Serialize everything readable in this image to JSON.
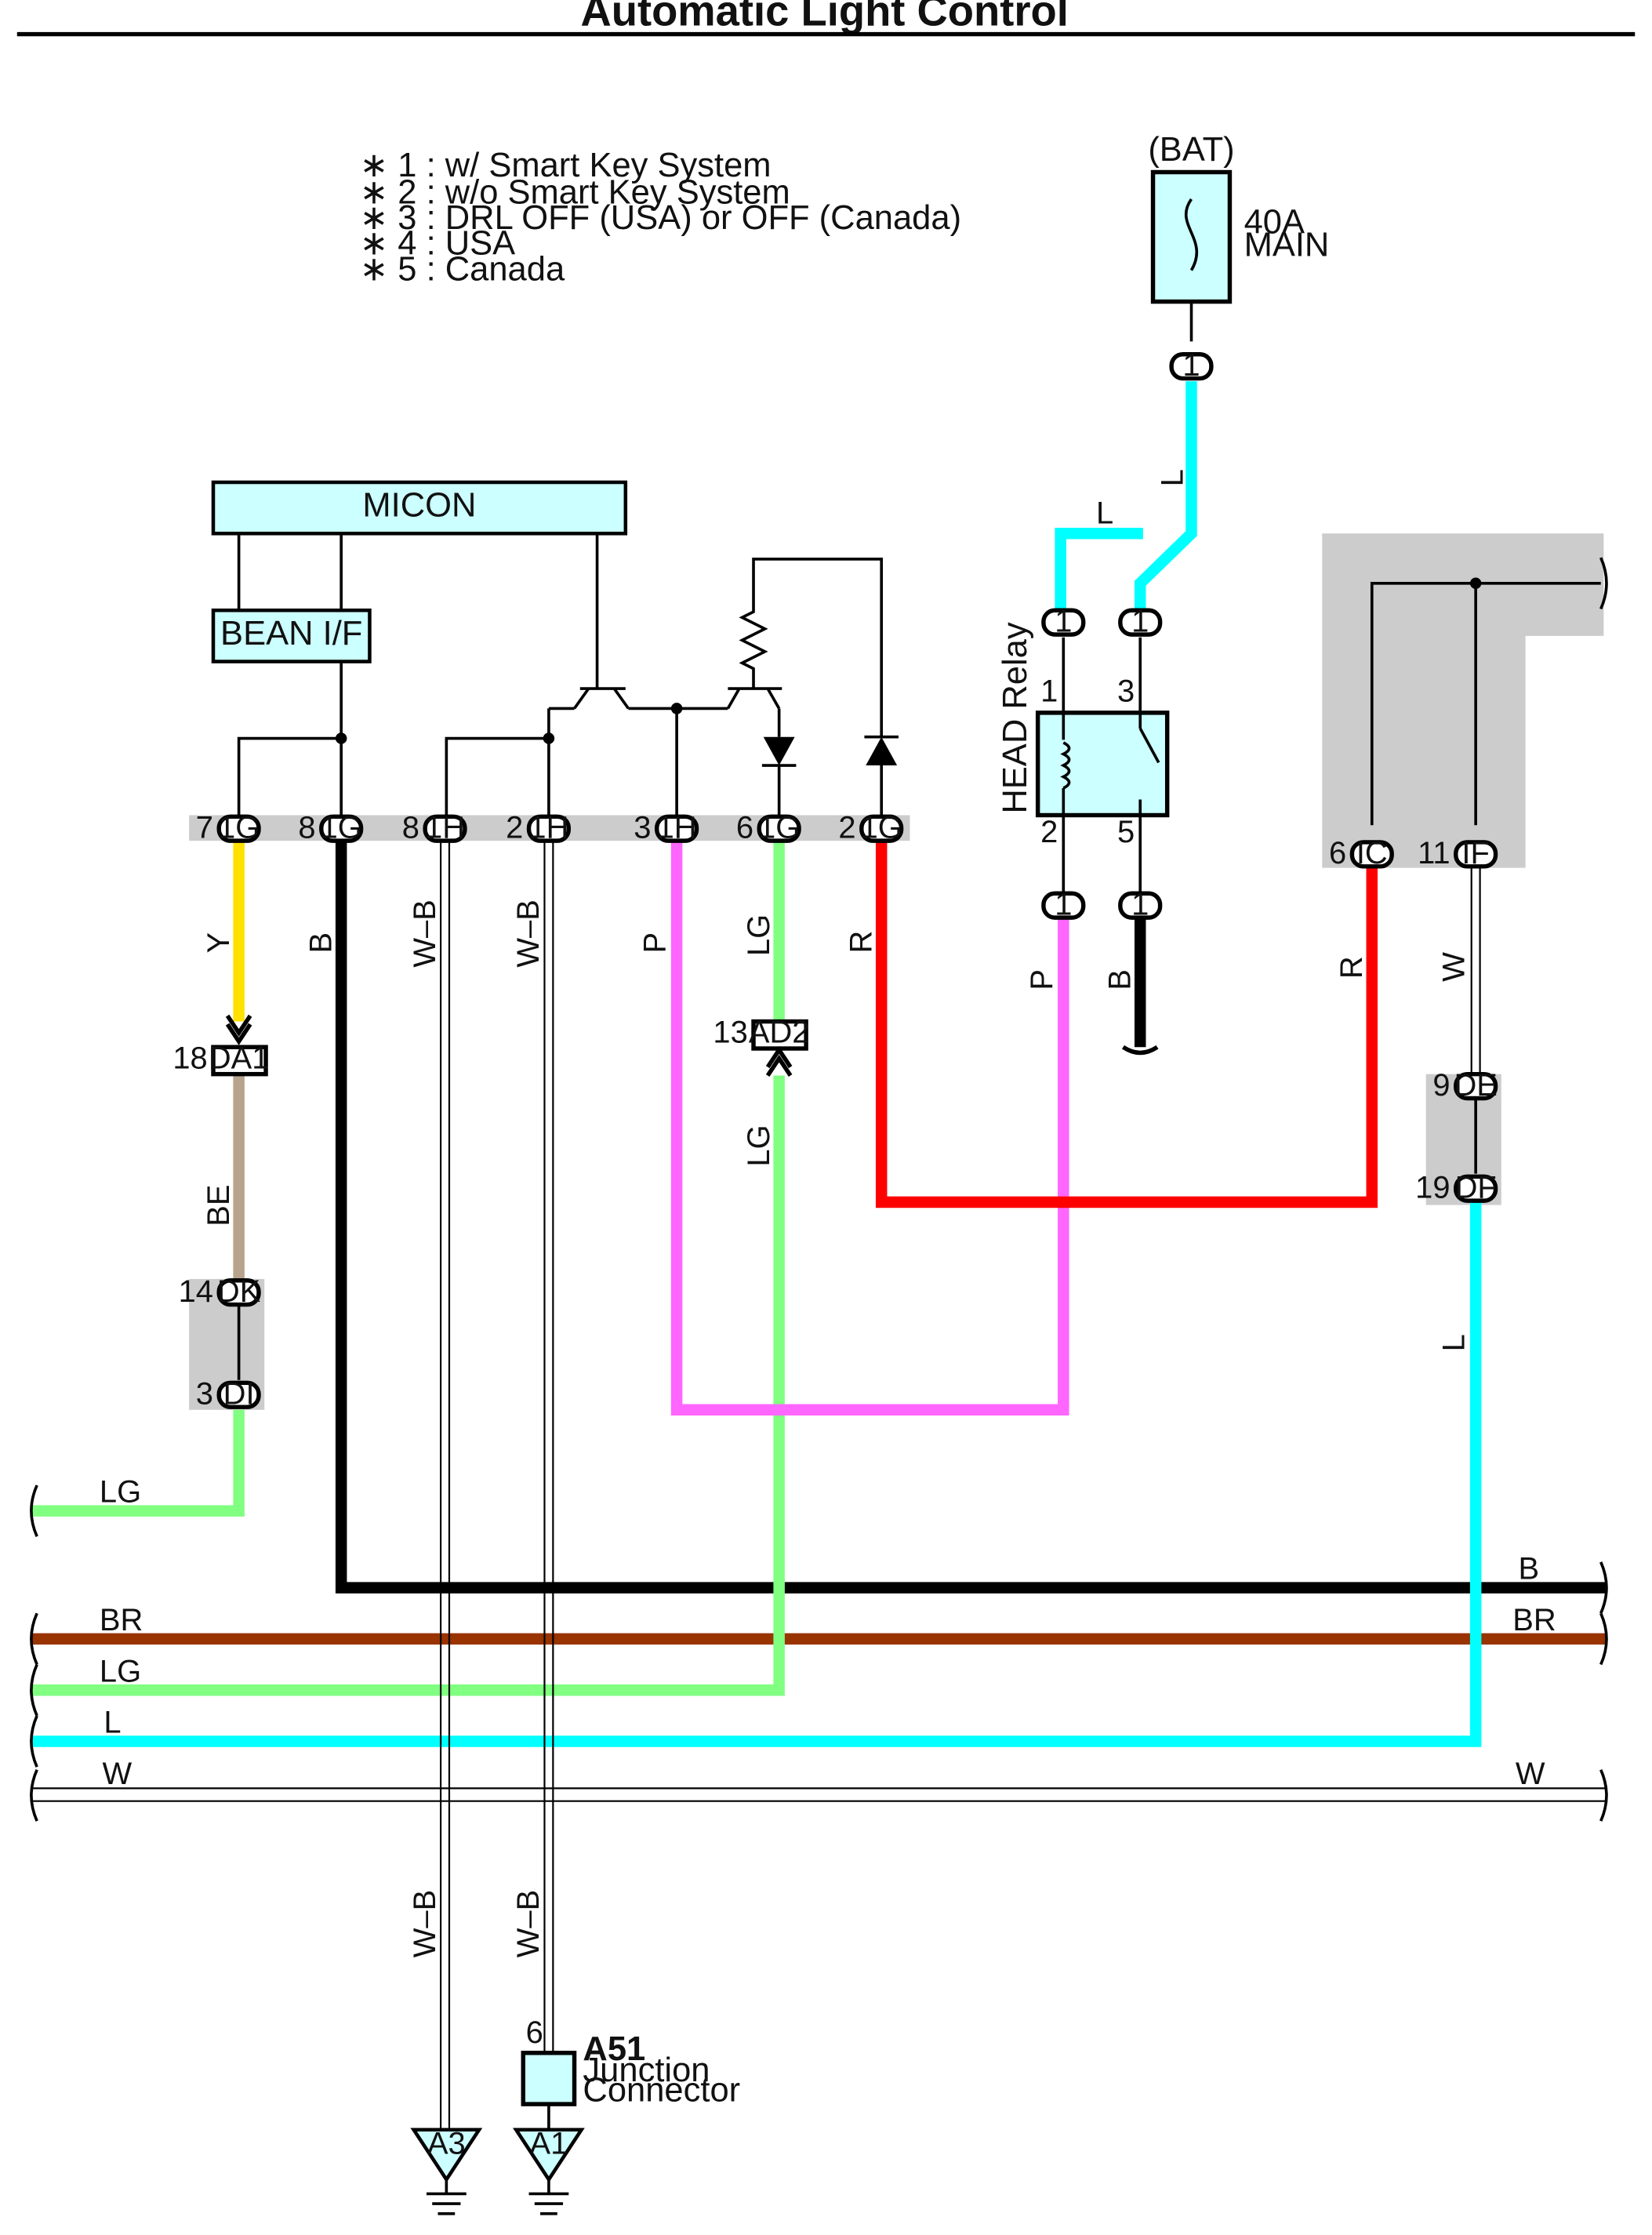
{
  "title": "Automatic Light Control",
  "notes": [
    "∗ 1 : w/ Smart Key System",
    "∗ 2 : w/o Smart Key System",
    "∗ 3 : DRL OFF (USA) or OFF (Canada)",
    "∗ 4 : USA",
    "∗ 5 : Canada"
  ],
  "components": {
    "micon": "MICON",
    "bean_if": "BEAN I/F",
    "bat": "(BAT)",
    "fuse_amp": "40A",
    "fuse_name": "MAIN",
    "relay": "HEAD Relay",
    "junction_id": "A51",
    "junction_l1": "Junction",
    "junction_l2": "Connector",
    "ground_a3": "A3",
    "ground_a1": "A1"
  },
  "connectors": {
    "bat_1": "1",
    "relay_in_1": "1",
    "relay_in_2": "1",
    "relay_out_1": "1",
    "relay_out_2": "1",
    "relay_pin1": "1",
    "relay_pin3": "3",
    "relay_pin2": "2",
    "relay_pin5": "5",
    "c_7_1g_num": "7",
    "c_7_1g": "1G",
    "c_8_1g_num": "8",
    "c_8_1g": "1G",
    "c_8_1h_num": "8",
    "c_8_1h": "1H",
    "c_2_1h_num": "2",
    "c_2_1h": "1H",
    "c_3_1h_num": "3",
    "c_3_1h": "1H",
    "c_6_1g_num": "6",
    "c_6_1g": "1G",
    "c_2_1g_num": "2",
    "c_2_1g": "1G",
    "c_6_ic_num": "6",
    "c_6_ic": "IC",
    "c_11_if_num": "11",
    "c_11_if": "IF",
    "c_18_da1_num": "18",
    "c_18_da1": "DA1",
    "c_13_ad2_num": "13",
    "c_13_ad2": "AD2",
    "c_14_dk_num": "14",
    "c_14_dk": "DK",
    "c_3_di_num": "3",
    "c_3_di": "DI",
    "c_9_de_num": "9",
    "c_9_de": "DE",
    "c_19_df_num": "19",
    "c_19_df": "DF",
    "junction_pin": "6"
  },
  "wire_labels": {
    "l_bat": "L",
    "l_top": "L",
    "y": "Y",
    "b_1g": "B",
    "wb_1": "W–B",
    "wb_2": "W–B",
    "p_1h": "P",
    "lg_1g": "LG",
    "r_1g": "R",
    "p_relay": "P",
    "b_relay": "B",
    "r_ic": "R",
    "w_if": "W",
    "lg_ad2": "LG",
    "be": "BE",
    "l_df": "L",
    "lg_left": "LG",
    "br_left": "BR",
    "lg_bus": "LG",
    "l_bus": "L",
    "w_bus_left": "W",
    "b_right": "B",
    "br_right": "BR",
    "w_right": "W",
    "wb_low1": "W–B",
    "wb_low2": "W–B"
  },
  "colors": {
    "L": "#00ffff",
    "Y": "#ffe000",
    "B": "#000000",
    "P": "#ff66ff",
    "LG": "#80ff80",
    "R": "#ff0000",
    "BE": "#b8a48c",
    "BR": "#993300",
    "W": "#ffffff",
    "box_fill": "#ccffff",
    "shade": "#cccccc"
  }
}
